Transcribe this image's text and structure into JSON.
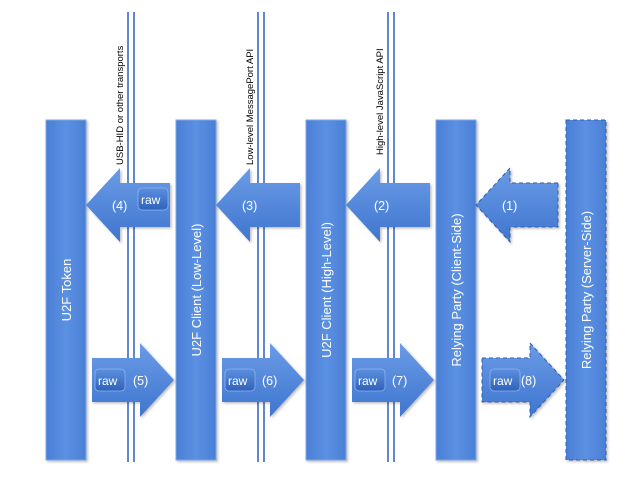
{
  "colors": {
    "column_fill": "#4f86dc",
    "column_stroke": "#7ea7e8",
    "arrow_fill": "#4f86dc",
    "raw_box_fill": "#3a6fc8",
    "line": "#3a69c2"
  },
  "columns": [
    {
      "label": "U2F Token"
    },
    {
      "label": "U2F Client (Low-Level)"
    },
    {
      "label": "U2F Client (High-Level)"
    },
    {
      "label": "Relying Party  (Client-Side)"
    },
    {
      "label": "Relying Party (Server-Side)"
    }
  ],
  "interfaces": [
    {
      "label": "USB-HID or other transports"
    },
    {
      "label": "Low-level MessagePort API"
    },
    {
      "label": "High-level JavaScript API"
    }
  ],
  "raw_label": "raw",
  "steps": [
    {
      "label": "(1)"
    },
    {
      "label": "(2)"
    },
    {
      "label": "(3)"
    },
    {
      "label": "(4)"
    },
    {
      "label": "(5)"
    },
    {
      "label": "(6)"
    },
    {
      "label": "(7)"
    },
    {
      "label": "(8)"
    }
  ]
}
